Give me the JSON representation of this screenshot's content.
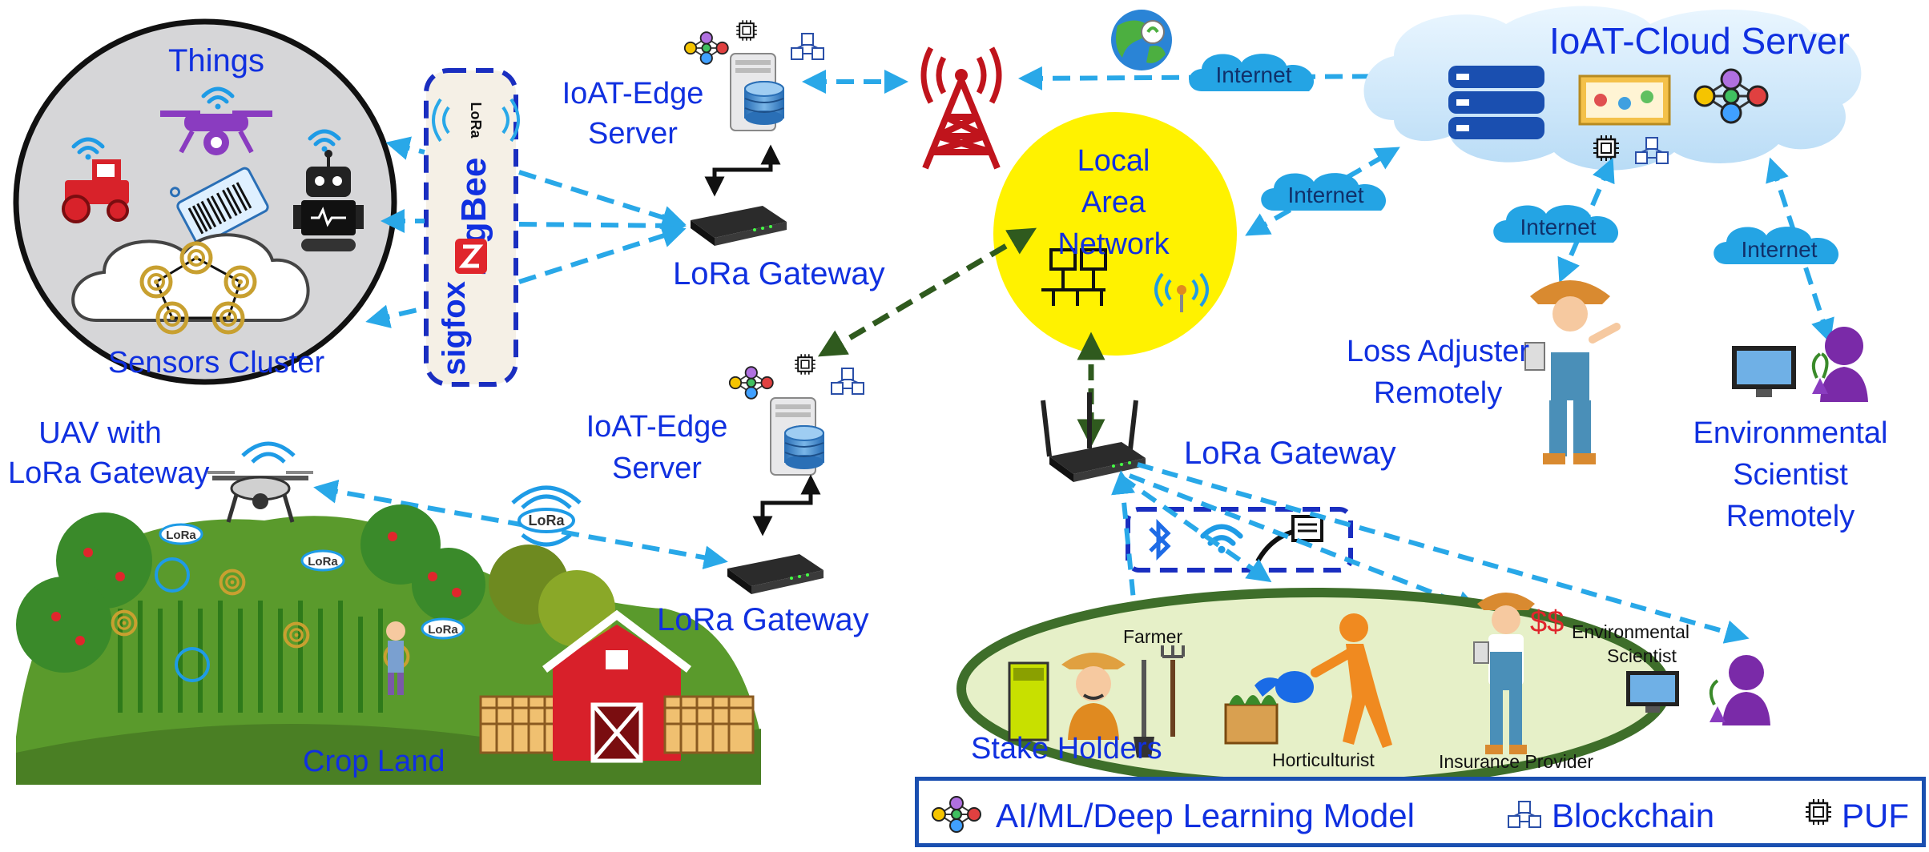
{
  "labels": {
    "things": "Things",
    "sensors_cluster": "Sensors Cluster",
    "edge_server_top_line1": "IoAT-Edge",
    "edge_server_top_line2": "Server",
    "edge_server_mid_line1": "IoAT-Edge",
    "edge_server_mid_line2": "Server",
    "lora_gateway_top": "LoRa Gateway",
    "lora_gateway_mid": "LoRa Gateway",
    "lora_gateway_right": "LoRa Gateway",
    "uav_line1": "UAV with",
    "uav_line2": "LoRa Gateway",
    "crop_land": "Crop Land",
    "lan_line1": "Local",
    "lan_line2": "Area",
    "lan_line3": "Network",
    "cloud_server": "IoAT-Cloud Server",
    "loss_adjuster_line1": "Loss Adjuster",
    "loss_adjuster_line2": "Remotely",
    "env_sci_line1": "Environmental",
    "env_sci_line2": "Scientist",
    "env_sci_line3": "Remotely",
    "stake_holders": "Stake Holders",
    "farmer": "Farmer",
    "horticulturist": "Horticulturist",
    "insurance_provider": "Insurance Provider",
    "env_scientist_small_line1": "Environmental",
    "env_scientist_small_line2": "Scientist",
    "dollars": "$$"
  },
  "protocols": {
    "sigfox": "sigfox",
    "zigbee": "ZigBee",
    "lora": "LoRa",
    "lora_badge": "LoRa"
  },
  "internet_clouds": [
    "Internet",
    "Internet",
    "Internet",
    "Internet"
  ],
  "legend": {
    "ai_ml": "AI/ML/Deep Learning Model",
    "blockchain": "Blockchain",
    "puf": "PUF"
  },
  "colors": {
    "label_blue": "#1030e0",
    "dashed_blue": "#29a8e8",
    "dashed_green": "#2f5a1e",
    "tower_red": "#c0141c",
    "lan_yellow": "#fff200",
    "box_navy": "#1a2ec0",
    "field_green": "#3e6e2a"
  }
}
